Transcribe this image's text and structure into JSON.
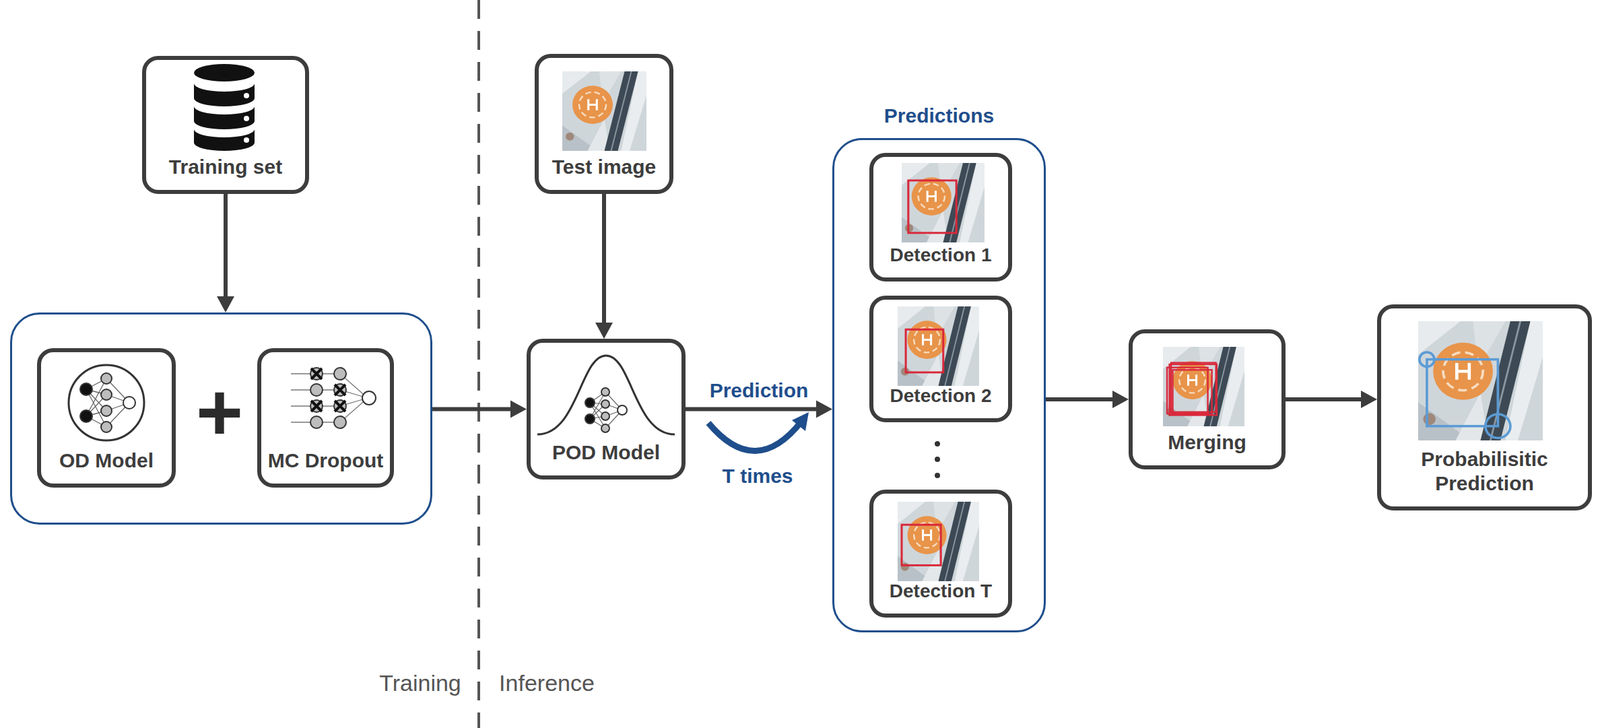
{
  "diagram": {
    "nodes": [
      {
        "text": [
          "Training set"
        ]
      },
      {
        "text": []
      },
      {
        "text": [
          "OD Model"
        ],
        "in": 1
      },
      {
        "text": [
          "MC Dropout"
        ],
        "in": 1
      },
      {
        "text": [
          "Test image"
        ]
      },
      {
        "text": [
          "POD Model"
        ]
      },
      {
        "text": [
          "Predictions"
        ]
      },
      {
        "text": [
          "Detection 1"
        ],
        "in": 6
      },
      {
        "text": [
          "Detection 2"
        ],
        "in": 6
      },
      {
        "text": [
          "Detection T"
        ],
        "in": 6
      },
      {
        "text": [
          "Merging"
        ]
      },
      {
        "text": [
          "Probabilisitic Prediction"
        ]
      }
    ],
    "edges": [
      {
        "from": 0,
        "to": 1,
        "arrow": "to"
      },
      {
        "from": 1,
        "to": 5,
        "arrow": "to"
      },
      {
        "from": 4,
        "to": 5,
        "arrow": "to"
      },
      {
        "from": 5,
        "to": 6,
        "label": "Prediction",
        "arrow": "to"
      },
      {
        "from": 6,
        "to": 10,
        "arrow": "to"
      },
      {
        "from": 10,
        "to": 11,
        "arrow": "to"
      }
    ],
    "labels": [
      "+",
      "T times",
      "Training",
      "Inference"
    ]
  }
}
